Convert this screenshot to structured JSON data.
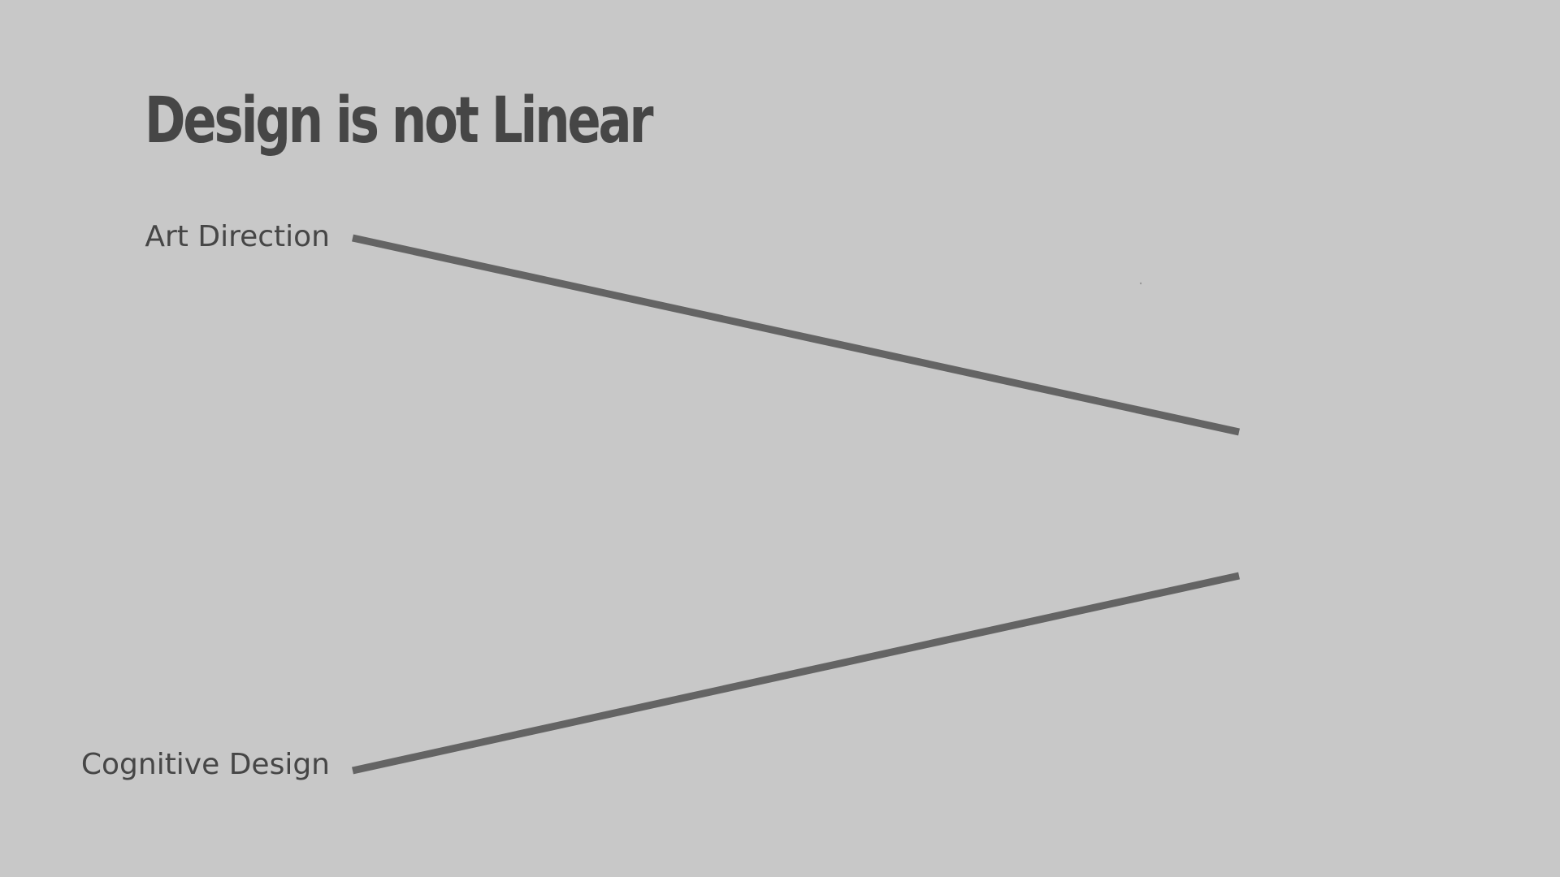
{
  "slide": {
    "title": "Design is not Linear",
    "background_color": "#c8c8c8",
    "text_color": "#464646",
    "line_color": "#646464"
  },
  "labels": {
    "top": "Art Direction",
    "bottom": "Cognitive Design"
  }
}
